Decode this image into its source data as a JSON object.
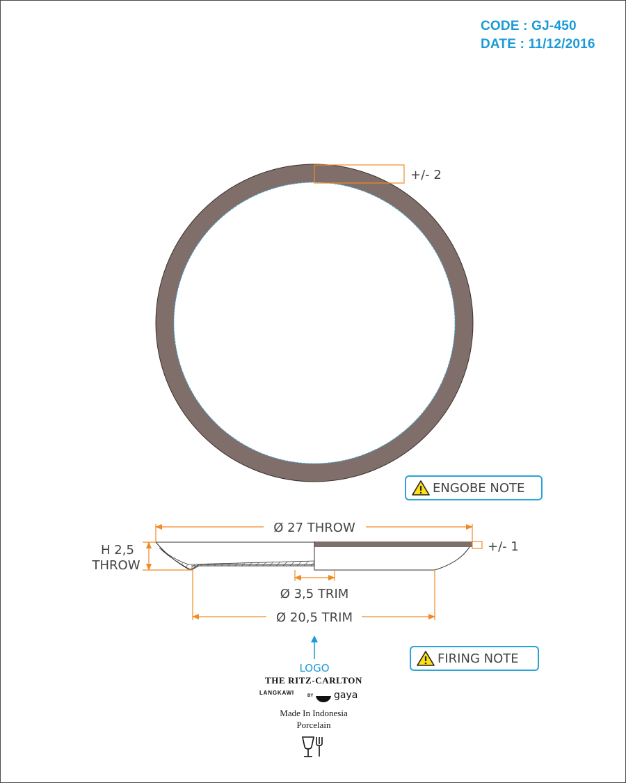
{
  "header": {
    "code": "CODE : GJ-450",
    "date": "DATE : 11/12/2016"
  },
  "dimensions": {
    "rim_tolerance": "+/- 2",
    "diameter_throw": "Ø 27 THROW",
    "rim_tolerance_side": "+/- 1",
    "height_line1": "H 2,5",
    "height_line2": "THROW",
    "foot_trim": "Ø 3,5 TRIM",
    "base_trim": "Ø 20,5 TRIM"
  },
  "notes": {
    "engobe": "ENGOBE NOTE",
    "firing": "FIRING NOTE",
    "icon": "warning-icon"
  },
  "backstamp": {
    "logo_label": "LOGO",
    "brand": "THE RITZ-CARLTON",
    "location": "LANGKAWI",
    "by": "BY",
    "maker": "gaya",
    "made_in": "Made In Indonesia",
    "material": "Porcelain",
    "food_safe_icon": "food-safe-icon"
  },
  "colors": {
    "engobe": "#7f6e69",
    "dimension_line": "#f08a24",
    "header_text": "#1a9ad6",
    "note_border": "#2aa3d8"
  }
}
